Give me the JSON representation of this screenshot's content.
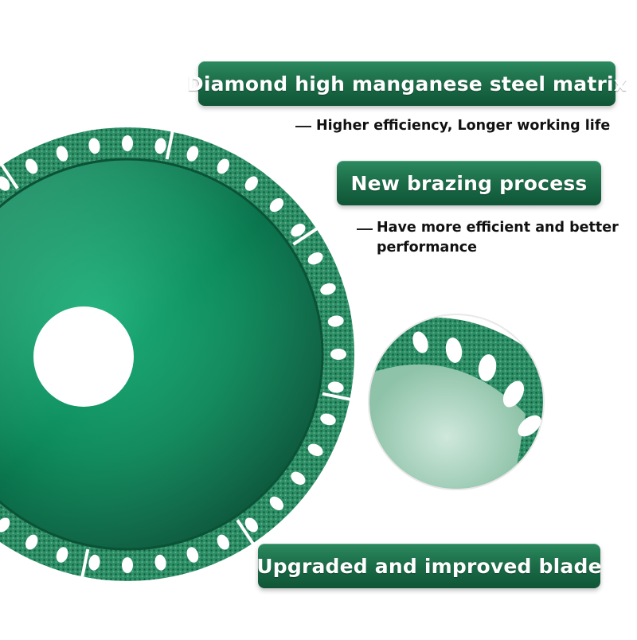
{
  "features": {
    "steel_matrix": {
      "title": "Diamond high manganese steel matrix",
      "desc": "Higher efficiency, Longer working life"
    },
    "brazing": {
      "title": "New brazing process",
      "desc": "Have more efficient and better performance"
    },
    "blade": {
      "title": "Upgraded and improved blade"
    }
  },
  "colors": {
    "blade_green": "#0d8a5c",
    "blade_dark": "#06583a",
    "badge_green": "#1c6e49",
    "background": "#ffffff"
  }
}
